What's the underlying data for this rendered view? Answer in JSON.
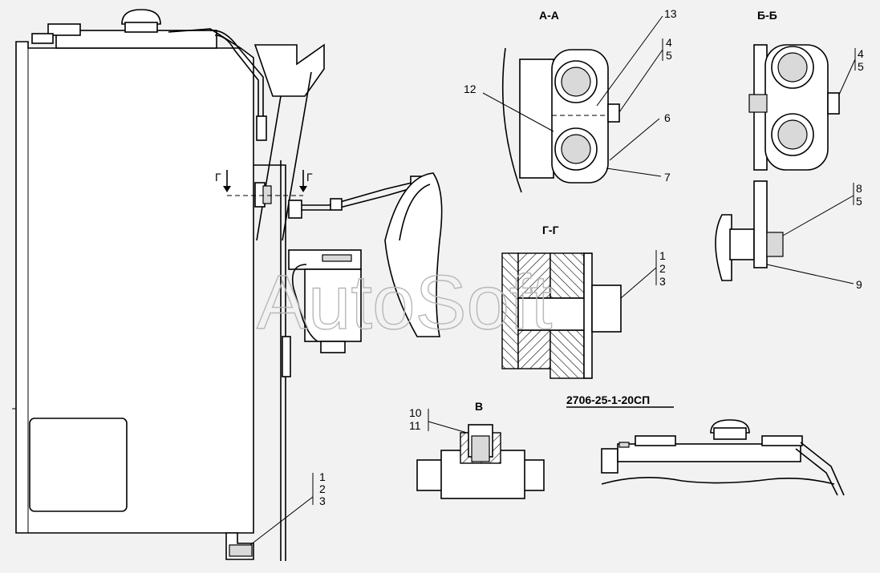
{
  "document_code": "2706-25-1-20СП",
  "watermark": "AutoSoft",
  "sections": {
    "aa": "А-А",
    "bb": "Б-Б",
    "gg": "Г-Г",
    "v": "В",
    "g_mark_left": "Г",
    "g_mark_right": "Г"
  },
  "callouts": {
    "aa_13": "13",
    "aa_4": "4",
    "aa_5": "5",
    "aa_12": "12",
    "aa_6": "6",
    "aa_7": "7",
    "bb_4": "4",
    "bb_5": "5",
    "bb_8": "8",
    "bb_5b": "5",
    "bb_9": "9",
    "gg_1": "1",
    "gg_2": "2",
    "gg_3": "3",
    "v_10": "10",
    "v_11": "11",
    "main_1": "1",
    "main_2": "2",
    "main_3": "3"
  }
}
